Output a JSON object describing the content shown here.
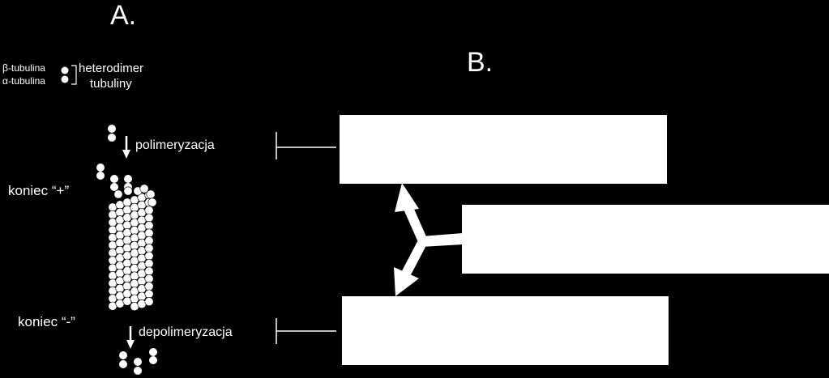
{
  "panels": {
    "a": "A.",
    "b": "B."
  },
  "legend": {
    "beta": "β-tubulina",
    "alpha": "α-tubulina",
    "heterodimer_line1": "heterodimer",
    "heterodimer_line2": "tubuliny"
  },
  "process": {
    "polymerization": "polimeryzacja",
    "depolymerization": "depolimeryzacja"
  },
  "ends": {
    "plus": "koniec “+”",
    "minus": "koniec “-”"
  },
  "colors": {
    "background": "#000000",
    "foreground": "#ffffff"
  }
}
